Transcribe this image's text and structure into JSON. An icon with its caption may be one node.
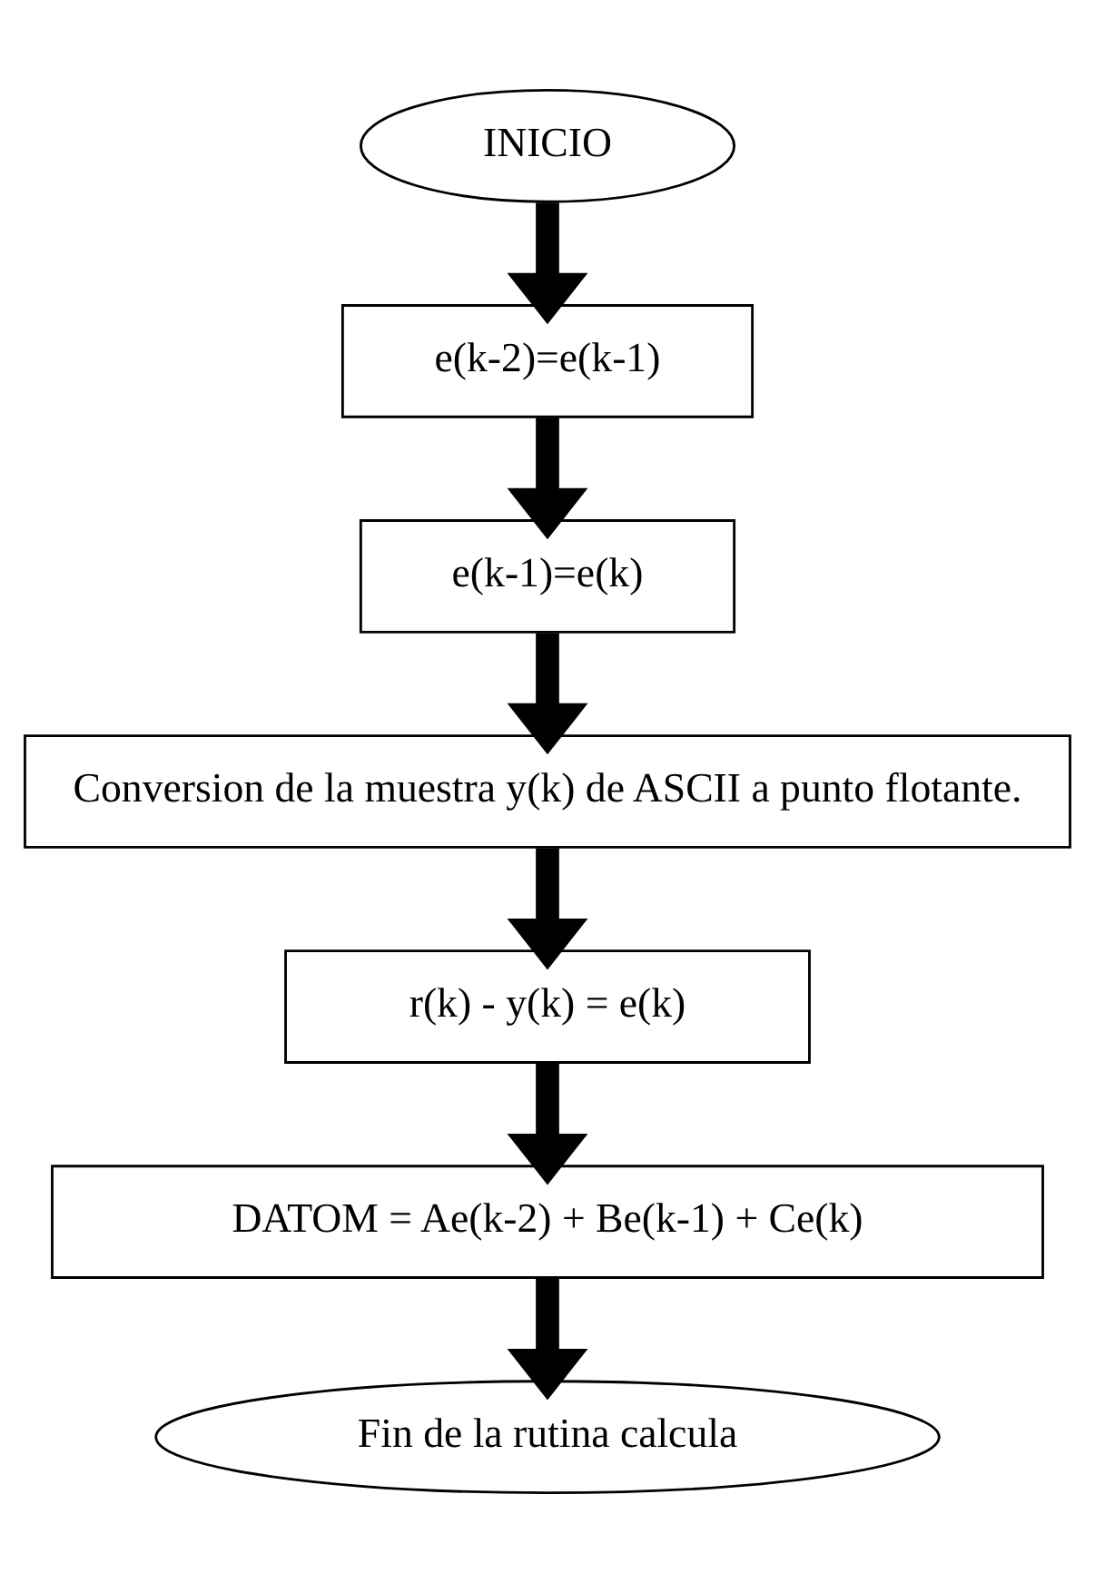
{
  "diagram": {
    "nodes": [
      {
        "text": [
          "INICIO"
        ]
      },
      {
        "text": [
          "e(k-2)=e(k-1)"
        ]
      },
      {
        "text": [
          "e(k-1)=e(k)"
        ]
      },
      {
        "text": [
          "Conversion de la muestra y(k) de ASCII a punto flotante."
        ]
      },
      {
        "text": [
          "r(k) - y(k) = e(k)"
        ]
      },
      {
        "text": [
          "DATOM = Ae(k-2) + Be(k-1) + Ce(k)"
        ]
      },
      {
        "text": [
          "Fin de la rutina calcula"
        ]
      }
    ],
    "edges": [
      {
        "from": 0,
        "to": 1,
        "arrow": "to"
      },
      {
        "from": 1,
        "to": 2,
        "arrow": "to"
      },
      {
        "from": 2,
        "to": 3,
        "arrow": "to"
      },
      {
        "from": 3,
        "to": 4,
        "arrow": "to"
      },
      {
        "from": 4,
        "to": 5,
        "arrow": "to"
      },
      {
        "from": 5,
        "to": 6,
        "arrow": "to"
      }
    ]
  }
}
